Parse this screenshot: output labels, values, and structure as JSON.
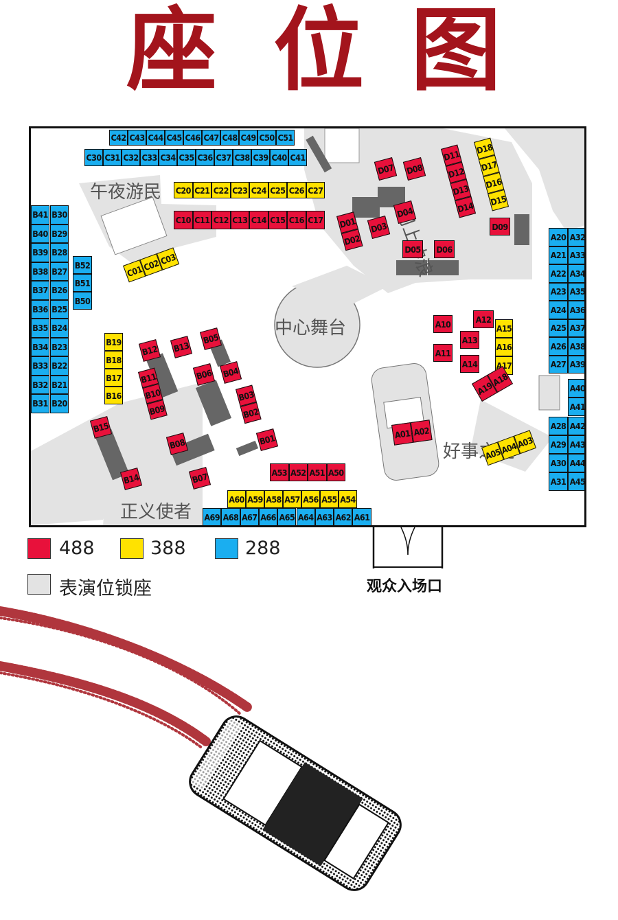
{
  "title": {
    "chars": [
      "座",
      "位",
      "图"
    ]
  },
  "colors": {
    "red": "#e8113b",
    "yellow": "#ffe200",
    "blue": "#1aaef0",
    "grey": "#e3e3e3",
    "darkgrey": "#666666",
    "brand": "#a3141c"
  },
  "zones": {
    "midnight": "午夜游民",
    "hill": "冈上冲浪",
    "center_stage": "中心舞台",
    "busybody": "好事之徒",
    "justice": "正义使者"
  },
  "legend": {
    "price_488": "488",
    "price_388": "388",
    "price_288": "288",
    "locked": "表演位锁座"
  },
  "entrance_label": "观众入场口",
  "seat_rows": {
    "c42_51": [
      "C42",
      "C43",
      "C44",
      "C45",
      "C46",
      "C47",
      "C48",
      "C49",
      "C50",
      "C51"
    ],
    "c30_41": [
      "C30",
      "C31",
      "C32",
      "C33",
      "C34",
      "C35",
      "C36",
      "C37",
      "C38",
      "C39",
      "C40",
      "C41"
    ],
    "c20_27": [
      "C20",
      "C21",
      "C22",
      "C23",
      "C24",
      "C25",
      "C26",
      "C27"
    ],
    "c10_17": [
      "C10",
      "C11",
      "C12",
      "C13",
      "C14",
      "C15",
      "C16",
      "C17"
    ],
    "c01_03": [
      "C01",
      "C02",
      "C03"
    ],
    "b41_31": [
      "B41",
      "B40",
      "B39",
      "B38",
      "B37",
      "B36",
      "B35",
      "B34",
      "B33",
      "B32",
      "B31"
    ],
    "b30_20": [
      "B30",
      "B29",
      "B28",
      "B27",
      "B26",
      "B25",
      "B24",
      "B23",
      "B22",
      "B21",
      "B20"
    ],
    "b52_50": [
      "B52",
      "B51",
      "B50"
    ],
    "b19_16": [
      "B19",
      "B18",
      "B17",
      "B16"
    ],
    "b11_09": [
      "B11",
      "B10",
      "B09"
    ],
    "b03_02": [
      "B03",
      "B02"
    ],
    "b_single": [
      "B12",
      "B13",
      "B05",
      "B06",
      "B04",
      "B01",
      "B08",
      "B07",
      "B15",
      "B14"
    ],
    "d_single": [
      "D07",
      "D08",
      "D04",
      "D03",
      "D05",
      "D06",
      "D09"
    ],
    "d01_02": [
      "D01",
      "D02"
    ],
    "d11_14": [
      "D11",
      "D12",
      "D13",
      "D14"
    ],
    "d18_15": [
      "D18",
      "D17",
      "D16",
      "D15"
    ],
    "a20_27": [
      "A20",
      "A21",
      "A22",
      "A23",
      "A24",
      "A25",
      "A26",
      "A27"
    ],
    "a32_39": [
      "A32",
      "A33",
      "A34",
      "A35",
      "A36",
      "A37",
      "A38",
      "A39"
    ],
    "a40_41": [
      "A40",
      "A41"
    ],
    "a28_31": [
      "A28",
      "A29",
      "A30",
      "A31"
    ],
    "a42_45": [
      "A42",
      "A43",
      "A44",
      "A45"
    ],
    "a_red_single": [
      "A10",
      "A12",
      "A13",
      "A11",
      "A14"
    ],
    "a15_17": [
      "A15",
      "A16",
      "A17"
    ],
    "a19_18": [
      "A19",
      "A18"
    ],
    "a01_02": [
      "A01",
      "A02"
    ],
    "a05_03": [
      "A05",
      "A04",
      "A03"
    ],
    "a53_50": [
      "A53",
      "A52",
      "A51",
      "A50"
    ],
    "a60_54": [
      "A60",
      "A59",
      "A58",
      "A57",
      "A56",
      "A55",
      "A54"
    ],
    "a69_61": [
      "A69",
      "A68",
      "A67",
      "A66",
      "A65",
      "A64",
      "A63",
      "A62",
      "A61"
    ]
  }
}
